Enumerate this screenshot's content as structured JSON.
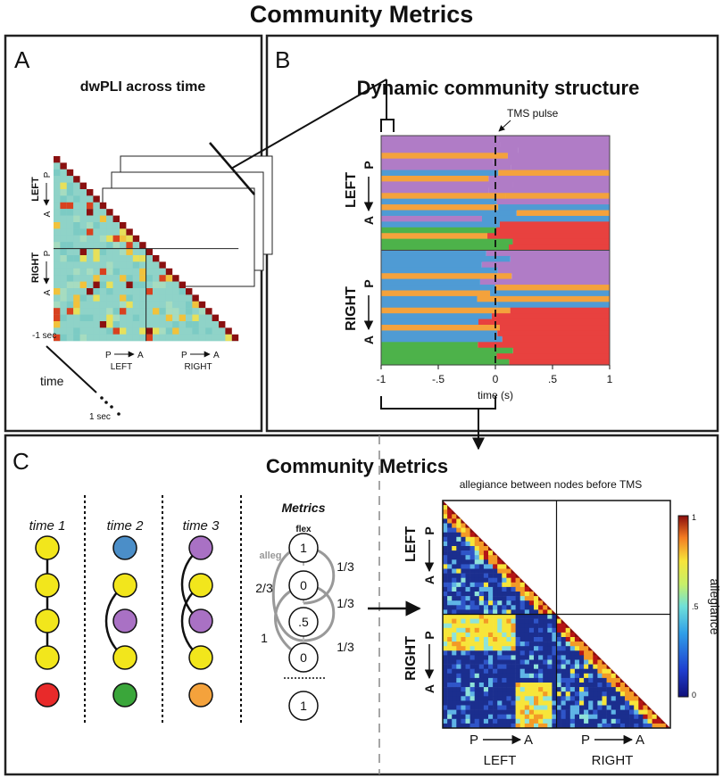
{
  "figure_title": "Community Metrics",
  "panel_a": {
    "letter": "A",
    "title": "dwPLI across time",
    "time_label": "time",
    "start_label": "-1 sec",
    "end_label": "1 sec",
    "left": "LEFT",
    "right": "RIGHT",
    "p": "P",
    "a": "A"
  },
  "panel_b": {
    "letter": "B",
    "title": "Dynamic community structure",
    "pulse_label": "TMS pulse",
    "xlabel": "time (s)",
    "ticks": [
      "-1",
      "-.5",
      "0",
      ".5",
      "1"
    ],
    "left": "LEFT",
    "right": "RIGHT",
    "p": "P",
    "a": "A",
    "colors": {
      "purple": "#b07cc6",
      "orange": "#f4a23c",
      "blue": "#4f9bd4",
      "green": "#4db24a",
      "red": "#e8413f"
    }
  },
  "panel_c": {
    "letter": "C",
    "title": "Community Metrics",
    "times": [
      "time 1",
      "time 2",
      "time 3"
    ],
    "node_colors": {
      "time1": [
        "#f2e61c",
        "#f2e61c",
        "#f2e61c",
        "#f2e61c",
        "#e82a2a"
      ],
      "time2": [
        "#4b8ec8",
        "#f2e61c",
        "#a971c4",
        "#f2e61c",
        "#3aa63a"
      ],
      "time3": [
        "#a971c4",
        "#f2e61c",
        "#a971c4",
        "#f2e61c",
        "#f4a23c"
      ]
    },
    "metrics_title": "Metrics",
    "flex_label": "flex",
    "alleg_label": "alleg",
    "flex_values": [
      "1",
      "0",
      ".5",
      "0",
      "1"
    ],
    "right_fracs": [
      "1/3",
      "1/3",
      "1/3"
    ],
    "left_fracs": [
      "2/3",
      "1"
    ],
    "matrix_title": "allegiance between nodes before TMS",
    "colorbar_label": "allegiance",
    "colorbar_ticks": [
      "1",
      ".5",
      "0"
    ],
    "left": "LEFT",
    "right": "RIGHT",
    "p": "P",
    "a": "A"
  }
}
